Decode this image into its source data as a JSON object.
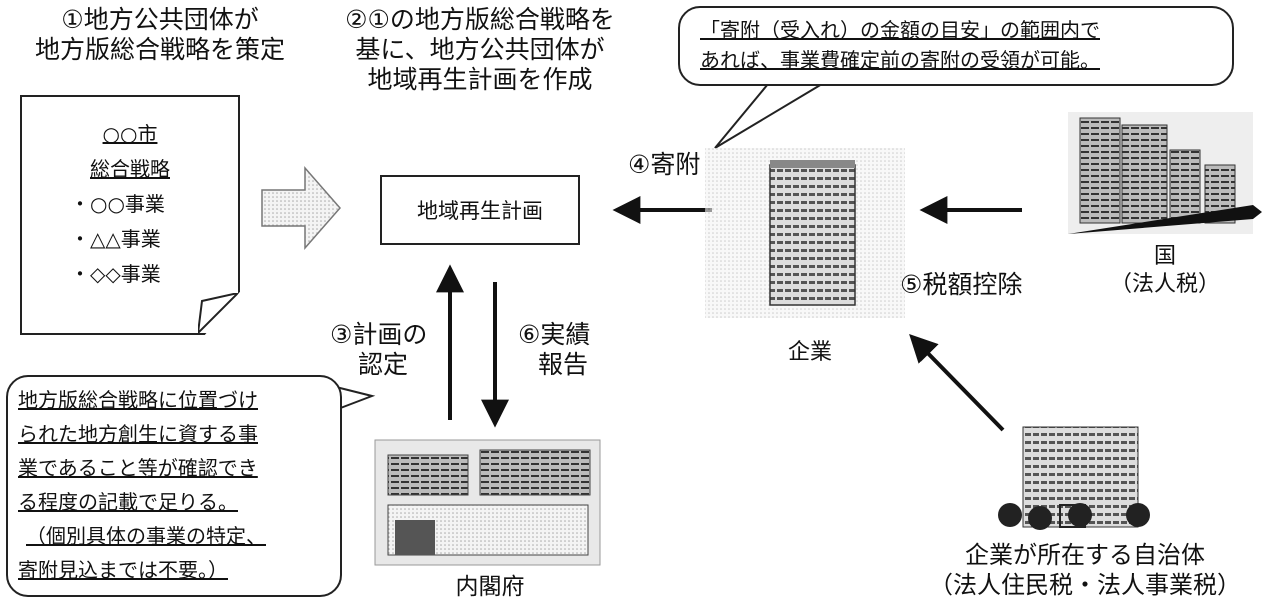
{
  "step1": {
    "line1": "①地方公共団体が",
    "line2": "地方版総合戦略を策定"
  },
  "step2": {
    "line1": "②①の地方版総合戦略を",
    "line2": "基に、地方公共団体が",
    "line3": "地域再生計画を作成"
  },
  "document": {
    "title1": "○○市",
    "title2": "総合戦略",
    "items": [
      "・○○事業",
      "・△△事業",
      "・◇◇事業"
    ]
  },
  "plan_box": "地域再生計画",
  "step3": {
    "line1": "③計画の",
    "line2": "認定"
  },
  "step4": "④寄附",
  "step5": "⑤税額控除",
  "step6": {
    "line1": "⑥実績",
    "line2": "報告"
  },
  "company": "企業",
  "cabinet": "内閣府",
  "country": {
    "line1": "国",
    "line2": "（法人税）"
  },
  "local_gov": {
    "line1": "企業が所在する自治体",
    "line2": "（法人住民税・法人事業税）"
  },
  "note_top": {
    "line1": "「寄附（受入れ）の金額の目安」の範囲内で",
    "line2": "あれば、事業費確定前の寄附の受領が可能。"
  },
  "note_left": {
    "lines": [
      "地方版総合戦略に位置づけ",
      "られた地方創生に資する事",
      "業であること等が確認でき",
      "る程度",
      "の記載で足りる。",
      "（個別具体の事業の特定、",
      "寄附見込までは不要。）"
    ]
  }
}
